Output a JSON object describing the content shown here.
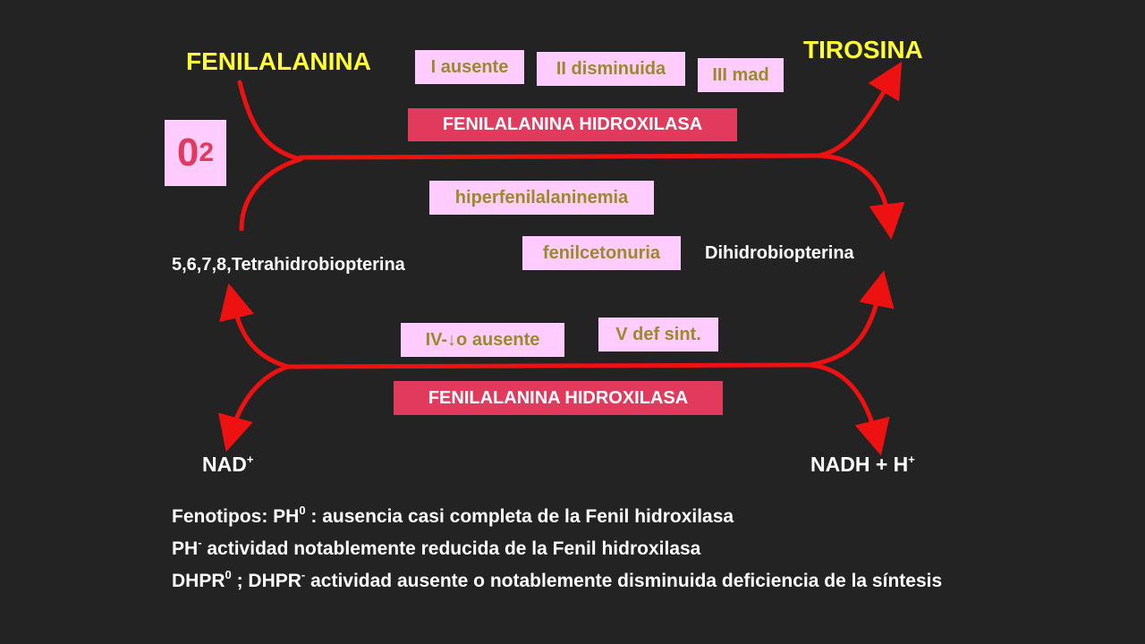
{
  "compounds": {
    "fenilalanina": "FENILALANINA",
    "tirosina": "TIROSINA",
    "tetrahidro": "5,6,7,8,Tetrahidrobiopterina",
    "dihidro": "Dihidrobiopterina",
    "nad": "NAD",
    "nad_sup": "+",
    "nadh": "NADH + H",
    "nadh_sup": "+",
    "o2_main": "0",
    "o2_sub": "2"
  },
  "types": {
    "t1": "I ausente",
    "t2": "II disminuida",
    "t3": "III mad",
    "t4_prefix": "IV-",
    "t4_arrow": "↓",
    "t4_suffix": "o  ausente",
    "t5": "V def sint."
  },
  "conditions": {
    "hiper": "hiperfenilalaninemia",
    "pku": "fenilcetonuria"
  },
  "enzymes": {
    "top": "FENILALANINA HIDROXILASA",
    "bottom": "FENILALANINA HIDROXILASA"
  },
  "footnote": {
    "l1_a": "Fenotipos: PH",
    "l1_sup": "0",
    "l1_b": " : ausencia casi completa de la Fenil hidroxilasa",
    "l2_a": "PH",
    "l2_sup": "-",
    "l2_b": " actividad notablemente reducida de la Fenil hidroxilasa",
    "l3_a": "DHPR",
    "l3_sup1": "0",
    "l3_b": " ; DHPR",
    "l3_sup2": "-",
    "l3_c": " actividad ausente o notablemente disminuida  deficiencia de la síntesis"
  },
  "colors": {
    "background": "#232323",
    "arrow": "#ee1111",
    "title_yellow": "#ffff33",
    "pink_box": "#ffccff",
    "olive_text": "#9b8a2a",
    "enzyme_box": "#e23a5c"
  }
}
